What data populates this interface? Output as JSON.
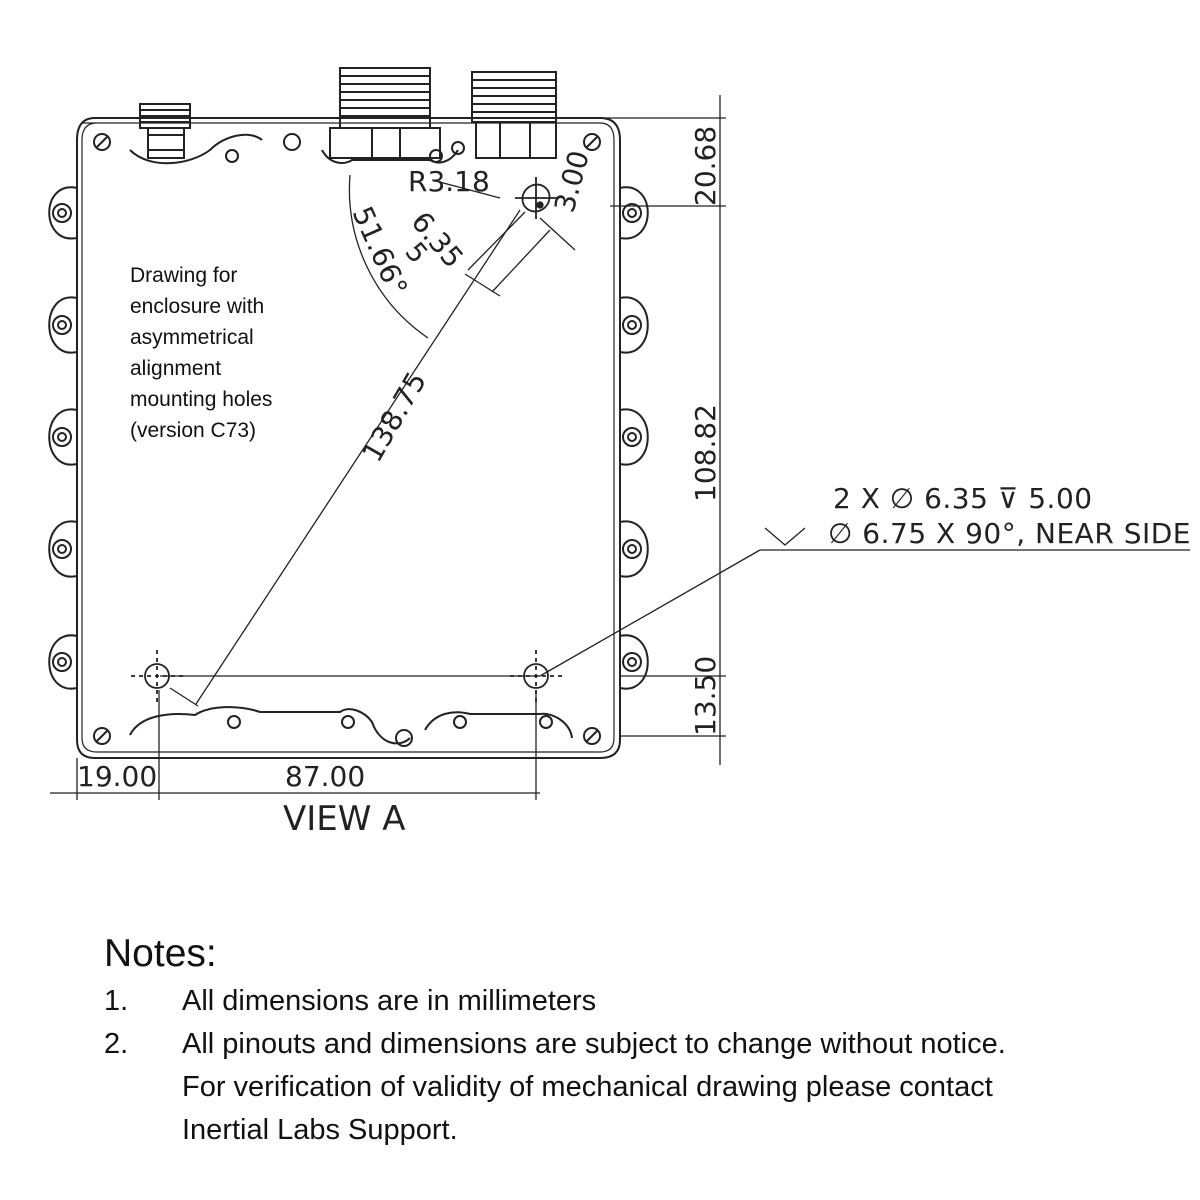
{
  "description_lines": [
    "Drawing for",
    "enclosure with",
    "asymmetrical",
    "alignment",
    "mounting holes",
    "(version C73)"
  ],
  "dimensions": {
    "r": "R3.18",
    "three": "3.00",
    "hole_dia": "6.35",
    "hole_depth": "5",
    "angle": "51.66°",
    "diag": "138.75",
    "top": "20.68",
    "mid": "108.82",
    "bottom": "13.50",
    "left": "19.00",
    "span": "87.00"
  },
  "callout": {
    "line1": "2 X ∅ 6.35 ⊽ 5.00",
    "line2": "∅ 6.75 X 90°, NEAR SIDE"
  },
  "view_label": "VIEW A",
  "notes": {
    "title": "Notes:",
    "items": [
      {
        "num": "1.",
        "lines": [
          "All dimensions are in millimeters"
        ]
      },
      {
        "num": "2.",
        "lines": [
          "All pinouts and dimensions are subject to change without notice.",
          "For verification of validity of mechanical drawing please contact",
          "Inertial Labs Support."
        ]
      }
    ]
  }
}
